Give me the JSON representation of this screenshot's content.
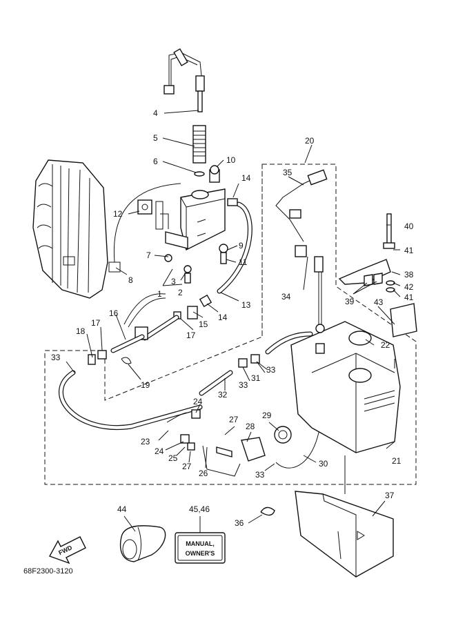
{
  "diagram_code": "68F2300-3120",
  "manual_label_line1": "MANUAL,",
  "manual_label_line2": "OWNER'S",
  "fwd_label": "FWD",
  "callouts": {
    "c1": "1",
    "c2": "2",
    "c3": "3",
    "c4": "4",
    "c5": "5",
    "c6": "6",
    "c7": "7",
    "c8": "8",
    "c9": "9",
    "c10": "10",
    "c11": "11",
    "c12": "12",
    "c13": "13",
    "c14a": "14",
    "c14b": "14",
    "c15": "15",
    "c16": "16",
    "c17a": "17",
    "c17b": "17",
    "c18": "18",
    "c19": "19",
    "c20": "20",
    "c21": "21",
    "c22": "22",
    "c23": "23",
    "c24a": "24",
    "c24b": "24",
    "c25": "25",
    "c26": "26",
    "c27a": "27",
    "c27b": "27",
    "c28": "28",
    "c29": "29",
    "c30": "30",
    "c31": "31",
    "c32": "32",
    "c33a": "33",
    "c33b": "33",
    "c33c": "33",
    "c33d": "33",
    "c34": "34",
    "c35": "35",
    "c36": "36",
    "c37": "37",
    "c38": "38",
    "c39": "39",
    "c40": "40",
    "c41a": "41",
    "c41b": "41",
    "c42": "42",
    "c43": "43",
    "c44": "44",
    "c4546": "45,46"
  }
}
